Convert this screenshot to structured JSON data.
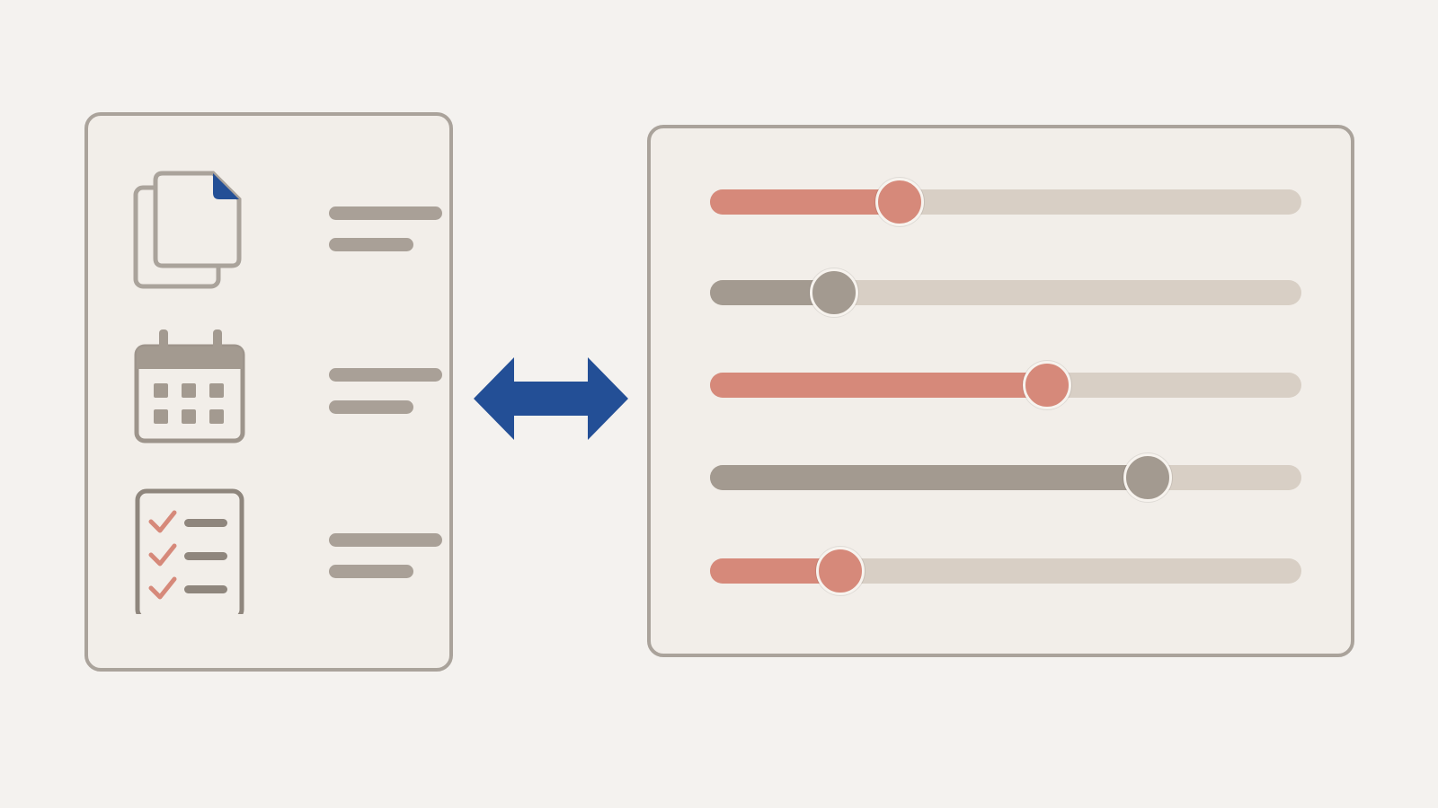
{
  "colors": {
    "background": "#f4f2ef",
    "panel": "#f2eee9",
    "border": "#aaa39b",
    "arrow": "#234f96",
    "accent": "#d6897a",
    "neutral": "#a39a90",
    "track": "#d8cfc5"
  },
  "left_panel": {
    "items": [
      {
        "icon": "documents-icon"
      },
      {
        "icon": "calendar-icon"
      },
      {
        "icon": "checklist-icon"
      }
    ]
  },
  "connector": {
    "icon": "double-arrow-icon"
  },
  "right_panel": {
    "sliders": [
      {
        "level": 0.32,
        "color": "accent"
      },
      {
        "level": 0.21,
        "color": "neutral"
      },
      {
        "level": 0.57,
        "color": "accent"
      },
      {
        "level": 0.74,
        "color": "neutral"
      },
      {
        "level": 0.22,
        "color": "accent"
      }
    ]
  }
}
